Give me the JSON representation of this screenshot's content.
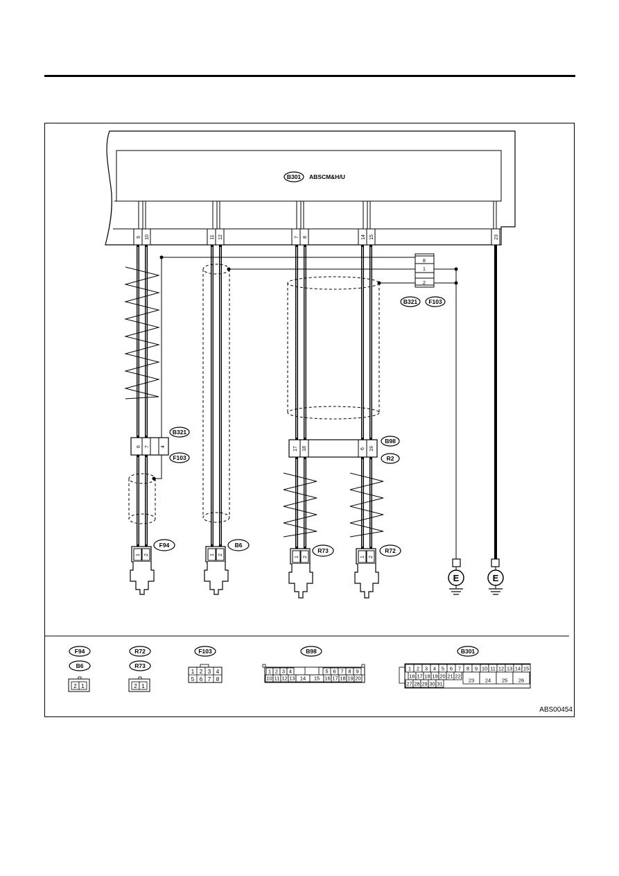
{
  "module": {
    "badge": "B301",
    "name": "ABSCM&H/U"
  },
  "module_pins": [
    "9",
    "10",
    "11",
    "12",
    "7",
    "8",
    "14",
    "15",
    "23"
  ],
  "joint": {
    "pins": [
      "8",
      "1",
      "2"
    ],
    "labels": [
      "B321",
      "F103"
    ]
  },
  "connector_b321": {
    "labels": [
      "B321",
      "F103"
    ],
    "pins": [
      "6",
      "7",
      "4"
    ]
  },
  "connector_b98": {
    "labels": [
      "B98",
      "R2"
    ],
    "pins": [
      "17",
      "18",
      "6",
      "19"
    ]
  },
  "sensors": [
    {
      "label": "F94",
      "pins": [
        "1",
        "2"
      ]
    },
    {
      "label": "B6",
      "pins": [
        "1",
        "2"
      ]
    },
    {
      "label": "R73",
      "pins": [
        "1",
        "2"
      ]
    },
    {
      "label": "R72",
      "pins": [
        "1",
        "2"
      ]
    }
  ],
  "grounds": [
    "E",
    "E"
  ],
  "legend": {
    "f94_b6": {
      "labels": [
        "F94",
        "B6"
      ],
      "pins": [
        "2",
        "1"
      ]
    },
    "r72_r73": {
      "labels": [
        "R72",
        "R73"
      ],
      "pins": [
        "2",
        "1"
      ]
    },
    "f103": {
      "label": "F103",
      "rows": [
        [
          "1",
          "2",
          "3",
          "4"
        ],
        [
          "5",
          "6",
          "7",
          "8"
        ]
      ]
    },
    "b98": {
      "label": "B98",
      "top_left": [
        "1",
        "2",
        "3",
        "4"
      ],
      "top_right": [
        "5",
        "6",
        "7",
        "8",
        "9"
      ],
      "bottom": [
        "10",
        "11",
        "12",
        "13",
        "14",
        "15",
        "16",
        "17",
        "18",
        "19",
        "20"
      ]
    },
    "b301": {
      "label": "B301",
      "row1": [
        "1",
        "2",
        "3",
        "4",
        "5",
        "6",
        "7",
        "8",
        "9",
        "10",
        "11",
        "12",
        "13",
        "14",
        "15"
      ],
      "row2": [
        "16",
        "17",
        "18",
        "19",
        "20",
        "21",
        "22"
      ],
      "row3": [
        "27",
        "28",
        "29",
        "30",
        "31"
      ],
      "big": [
        "23",
        "24",
        "25",
        "26"
      ]
    }
  },
  "diagram_code": "ABS00454"
}
